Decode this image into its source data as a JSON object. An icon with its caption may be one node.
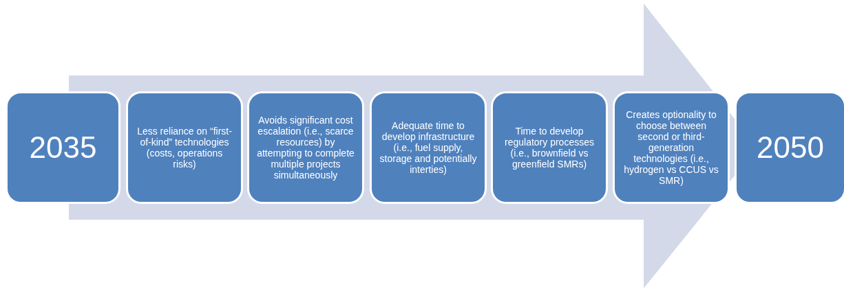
{
  "diagram": {
    "nodes": [
      {
        "text": [
          "2035"
        ]
      },
      {
        "text": [
          "Less reliance on “first-of-kind” technologies (costs, operations risks)"
        ]
      },
      {
        "text": [
          "Avoids significant cost escalation (i.e., scarce resources) by attempting to complete multiple projects simultaneously"
        ]
      },
      {
        "text": [
          "Adequate time to develop infrastructure (i.e., fuel supply, storage and potentially interties)"
        ]
      },
      {
        "text": [
          "Time to develop regulatory processes (i.e., brownfield vs greenfield SMRs)"
        ]
      },
      {
        "text": [
          "Creates optionality to choose between second or third-generation technologies (i.e., hydrogen vs CCUS vs SMR)"
        ]
      },
      {
        "text": [
          "2050"
        ]
      }
    ],
    "edges": [
      {
        "from": 0,
        "to": 6,
        "arrow": "to"
      }
    ]
  }
}
